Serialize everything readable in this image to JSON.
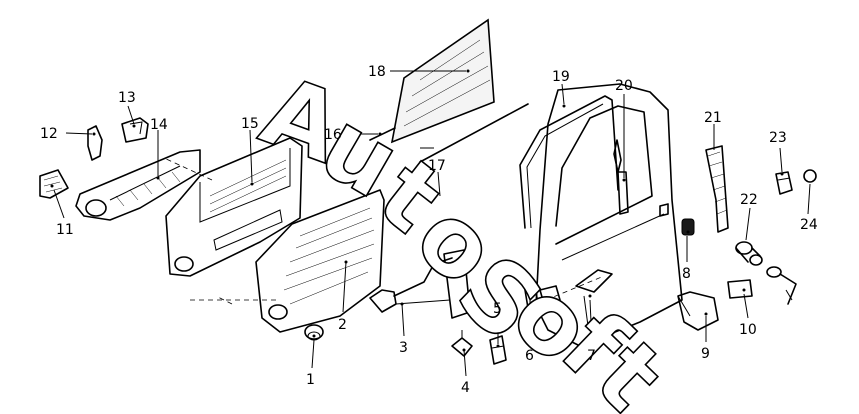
{
  "watermark": {
    "letters": [
      "A",
      "u",
      "t",
      "o",
      "S",
      "o",
      "f",
      "t"
    ]
  },
  "callouts": [
    "1",
    "2",
    "3",
    "4",
    "5",
    "6",
    "7",
    "8",
    "9",
    "10",
    "11",
    "12",
    "13",
    "14",
    "15",
    "16",
    "17",
    "18",
    "19",
    "20",
    "21",
    "22",
    "23",
    "24"
  ]
}
